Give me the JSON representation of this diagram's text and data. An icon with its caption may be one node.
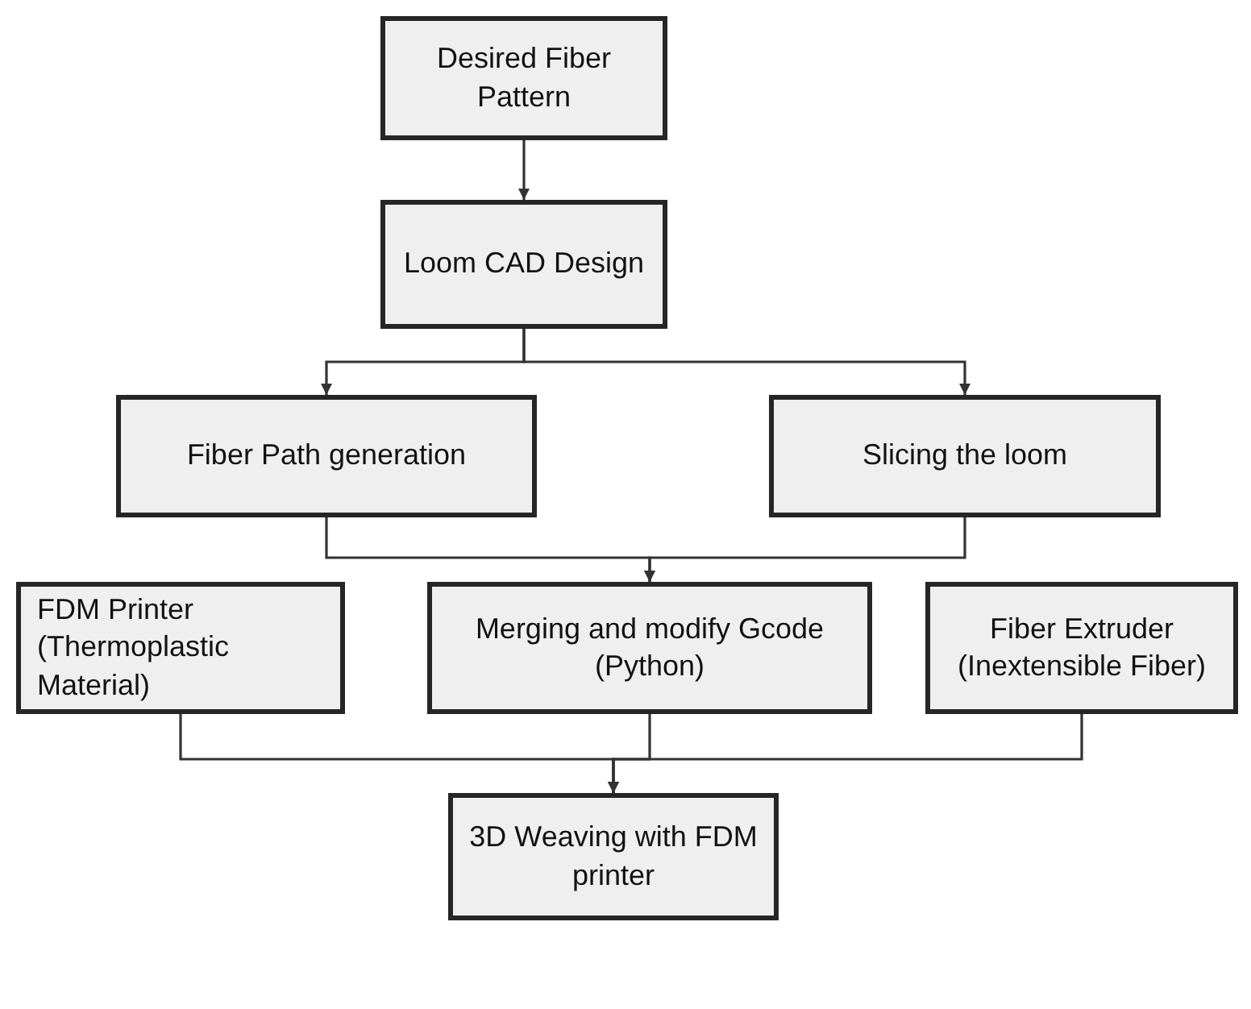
{
  "diagram": {
    "nodes": [
      {
        "text": [
          "Desired Fiber Pattern"
        ]
      },
      {
        "text": [
          "Loom CAD Design"
        ]
      },
      {
        "text": [
          "Fiber Path generation"
        ]
      },
      {
        "text": [
          "Slicing the loom"
        ]
      },
      {
        "text": [
          "FDM Printer (Thermoplastic Material)"
        ]
      },
      {
        "text": [
          "Merging and modify Gcode (Python)"
        ]
      },
      {
        "text": [
          "Fiber Extruder (Inextensible Fiber)"
        ]
      },
      {
        "text": [
          "3D Weaving with FDM printer"
        ]
      }
    ],
    "edges": [
      {
        "from": 0,
        "to": 1,
        "arrow": "to"
      },
      {
        "from": 1,
        "to": 2,
        "arrow": "to"
      },
      {
        "from": 1,
        "to": 3,
        "arrow": "to"
      },
      {
        "from": 2,
        "to": 5,
        "arrow": "to"
      },
      {
        "from": 3,
        "to": 5,
        "arrow": "to"
      },
      {
        "from": 4,
        "to": 7,
        "arrow": "to"
      },
      {
        "from": 5,
        "to": 7,
        "arrow": "to"
      },
      {
        "from": 6,
        "to": 7,
        "arrow": "to"
      }
    ]
  }
}
